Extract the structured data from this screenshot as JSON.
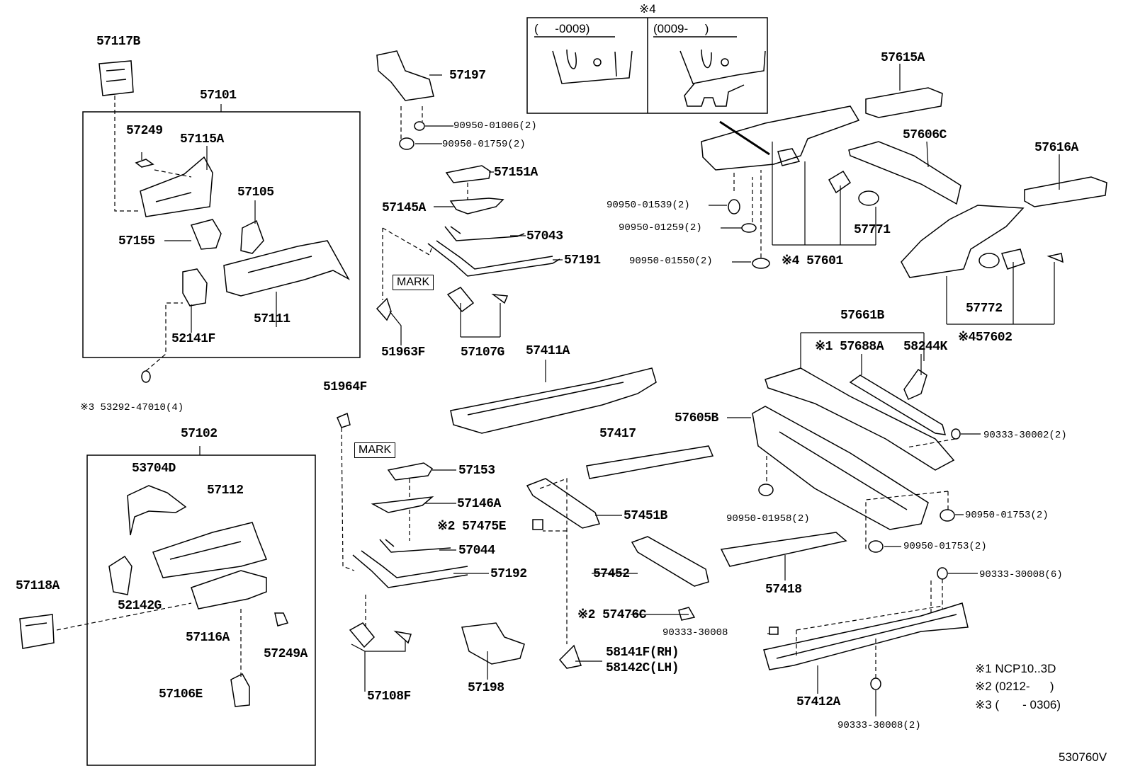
{
  "labels": {
    "p57117B": "57117B",
    "p57101": "57101",
    "p57249": "57249",
    "p57115A": "57115A",
    "p57105": "57105",
    "p57155": "57155",
    "p57111": "57111",
    "p52141F": "52141F",
    "p53292": "※3 53292-47010(4)",
    "p57102": "57102",
    "p53704D": "53704D",
    "p57112": "57112",
    "p57118A": "57118A",
    "p52142G": "52142G",
    "p57116A": "57116A",
    "p57249A": "57249A",
    "p57106E": "57106E",
    "p57197": "57197",
    "p90950_01006": "90950-01006(2)",
    "p90950_01759": "90950-01759(2)",
    "p57151A": "57151A",
    "p57145A": "57145A",
    "p57043": "57043",
    "p57191": "57191",
    "mark1": "MARK",
    "p51963F": "51963F",
    "p57107G": "57107G",
    "p57411A": "57411A",
    "p51964F": "51964F",
    "mark2": "MARK",
    "p57153": "57153",
    "p57146A": "57146A",
    "p57475E": "※2 57475E",
    "p57044": "57044",
    "p57192": "57192",
    "p57108F": "57108F",
    "p57198": "57198",
    "p57417": "57417",
    "p57451B": "57451B",
    "p57452": "57452",
    "p57476C": "※2 57476C",
    "p90333_30008a": "90333-30008",
    "p58141F": "58141F(RH)",
    "p58142C": "58142C(LH)",
    "p57615A": "57615A",
    "p57606C": "57606C",
    "p57616A": "57616A",
    "p90950_01539": "90950-01539(2)",
    "p90950_01259": "90950-01259(2)",
    "p90950_01550": "90950-01550(2)",
    "p57601": "※4 57601",
    "p57771": "57771",
    "p57772": "57772",
    "p57602": "※457602",
    "p57661B": "57661B",
    "p57688A": "※1 57688A",
    "p58244K": "58244K",
    "p57605B": "57605B",
    "p90333_30002": "90333-30002(2)",
    "p90950_01958": "90950-01958(2)",
    "p90950_01753a": "90950-01753(2)",
    "p90950_01753b": "90950-01753(2)",
    "p90333_30008b": "90333-30008(6)",
    "p57418": "57418",
    "p57412A": "57412A",
    "p90333_30008c": "90333-30008(2)"
  },
  "inset": {
    "title": "※4",
    "left_caption": "(     -0009)",
    "right_caption": "(0009-     )"
  },
  "notes": [
    "※1 NCP10..3D",
    "※2 (0212-      )",
    "※3 (       - 0306)"
  ],
  "figure_code": "530760V"
}
